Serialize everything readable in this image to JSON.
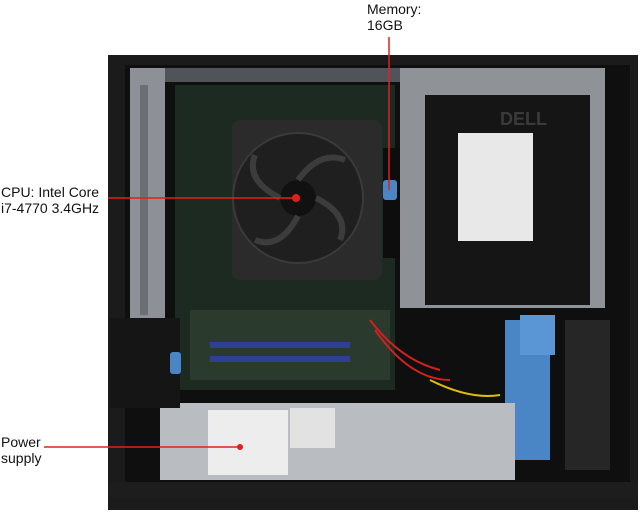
{
  "callouts": {
    "memory": {
      "line1": "Memory:",
      "line2": "16GB"
    },
    "cpu": {
      "line1": "CPU: Intel Core",
      "line2": "i7-4770 3.4GHz"
    },
    "psu": {
      "line1": "Power",
      "line2": "supply"
    }
  },
  "brand": {
    "logo_text": "DELL"
  },
  "colors": {
    "callout_line": "#e0201c",
    "latch_blue": "#4a86c5",
    "chassis": "#1a1a1a"
  }
}
